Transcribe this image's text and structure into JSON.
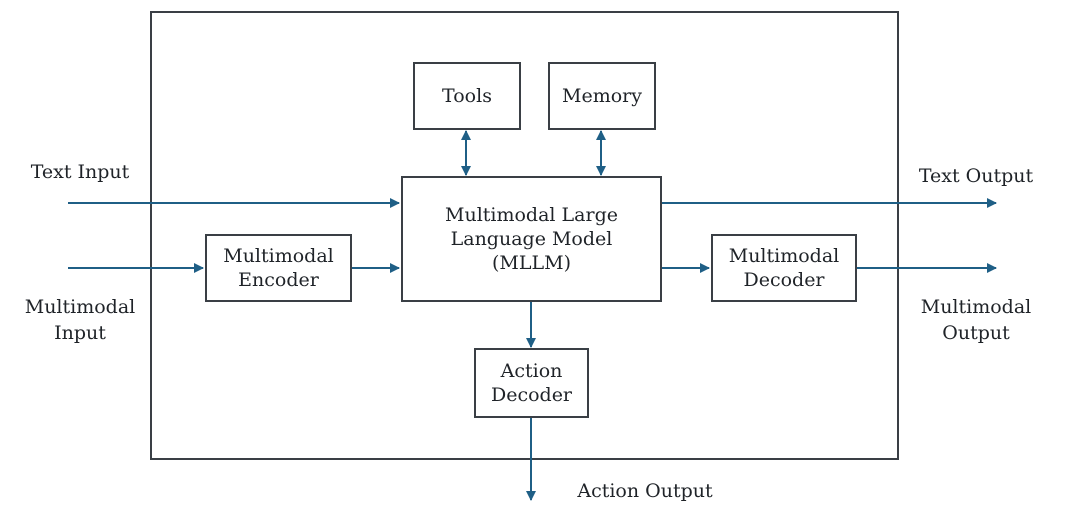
{
  "colors": {
    "arrow": "#1f5f86",
    "box_border": "#3a3f45",
    "text": "#1f2328"
  },
  "boxes": {
    "tools": "Tools",
    "memory": "Memory",
    "mllm": {
      "line1": "Multimodal Large",
      "line2": "Language Model",
      "line3": "(MLLM)"
    },
    "encoder": {
      "line1": "Multimodal",
      "line2": "Encoder"
    },
    "decoder": {
      "line1": "Multimodal",
      "line2": "Decoder"
    },
    "action_decoder": {
      "line1": "Action",
      "line2": "Decoder"
    }
  },
  "labels": {
    "text_input": "Text Input",
    "multimodal_input": {
      "line1": "Multimodal",
      "line2": "Input"
    },
    "text_output": "Text Output",
    "multimodal_output": {
      "line1": "Multimodal",
      "line2": "Output"
    },
    "action_output": "Action Output"
  }
}
